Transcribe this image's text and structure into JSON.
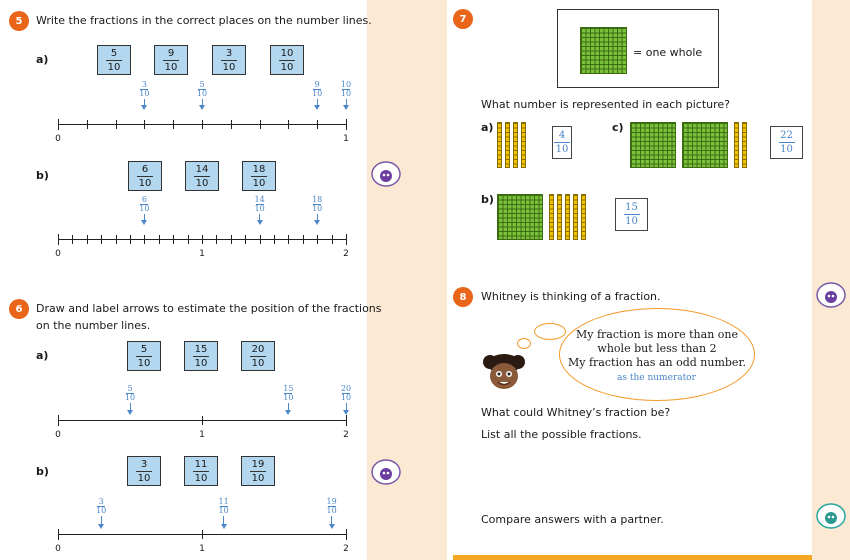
{
  "colors": {
    "accent": "#e8651a",
    "card": "#b3d7ee",
    "handwriting": "#4a86c8",
    "flat": "#7ac13a",
    "rod": "#f2c300",
    "bubble": "#f39a2a"
  },
  "q5": {
    "number": "5",
    "instruction": "Write the fractions in the correct places on the number lines.",
    "a": {
      "label": "a)",
      "cards": [
        {
          "n": "5",
          "d": "10"
        },
        {
          "n": "9",
          "d": "10"
        },
        {
          "n": "3",
          "d": "10"
        },
        {
          "n": "10",
          "d": "10"
        }
      ],
      "line": {
        "min": 0,
        "max": 1,
        "ticks": 10,
        "labels": [
          "0",
          "1"
        ]
      },
      "answers": [
        {
          "n": "3",
          "d": "10",
          "value": 0.3
        },
        {
          "n": "5",
          "d": "10",
          "value": 0.5
        },
        {
          "n": "9",
          "d": "10",
          "value": 0.9
        },
        {
          "n": "10",
          "d": "10",
          "value": 1.0
        }
      ]
    },
    "b": {
      "label": "b)",
      "cards": [
        {
          "n": "6",
          "d": "10"
        },
        {
          "n": "14",
          "d": "10"
        },
        {
          "n": "18",
          "d": "10"
        }
      ],
      "line": {
        "min": 0,
        "max": 2,
        "ticks": 20,
        "labels": [
          "0",
          "1",
          "2"
        ]
      },
      "answers": [
        {
          "n": "6",
          "d": "10",
          "value": 0.6
        },
        {
          "n": "14",
          "d": "10",
          "value": 1.4
        },
        {
          "n": "18",
          "d": "10",
          "value": 1.8
        }
      ]
    }
  },
  "q6": {
    "number": "6",
    "instruction_line1": "Draw and label arrows to estimate the position of the fractions",
    "instruction_line2": "on the number lines.",
    "a": {
      "label": "a)",
      "cards": [
        {
          "n": "5",
          "d": "10"
        },
        {
          "n": "15",
          "d": "10"
        },
        {
          "n": "20",
          "d": "10"
        }
      ],
      "line": {
        "min": 0,
        "max": 2,
        "labels": [
          "0",
          "1",
          "2"
        ]
      },
      "answers": [
        {
          "n": "5",
          "d": "10",
          "value": 0.5
        },
        {
          "n": "15",
          "d": "10",
          "value": 1.6
        },
        {
          "n": "20",
          "d": "10",
          "value": 2.0
        }
      ]
    },
    "b": {
      "label": "b)",
      "cards": [
        {
          "n": "3",
          "d": "10"
        },
        {
          "n": "11",
          "d": "10"
        },
        {
          "n": "19",
          "d": "10"
        }
      ],
      "line": {
        "min": 0,
        "max": 2,
        "labels": [
          "0",
          "1",
          "2"
        ]
      },
      "answers": [
        {
          "n": "3",
          "d": "10",
          "value": 0.3
        },
        {
          "n": "11",
          "d": "10",
          "value": 1.15
        },
        {
          "n": "19",
          "d": "10",
          "value": 1.9
        }
      ]
    }
  },
  "q7": {
    "number": "7",
    "key_text": "= one whole",
    "question": "What number is represented in each picture?",
    "a": {
      "label": "a)",
      "answer": {
        "n": "4",
        "d": "10"
      },
      "flats": 0,
      "rods": 4
    },
    "b": {
      "label": "b)",
      "answer": {
        "n": "15",
        "d": "10"
      },
      "flats": 1,
      "rods": 5
    },
    "c": {
      "label": "c)",
      "answer": {
        "n": "22",
        "d": "10"
      },
      "flats": 2,
      "rods": 2
    }
  },
  "q8": {
    "number": "8",
    "intro": "Whitney is thinking of a fraction.",
    "bubble_line1": "My fraction is more than one",
    "bubble_line2": "whole but less than 2",
    "bubble_line3": "My fraction has an odd number.",
    "handwriting": "as the numerator",
    "question1": "What could Whitney’s fraction be?",
    "question2": "List all the possible fractions.",
    "compare": "Compare answers with a partner."
  }
}
